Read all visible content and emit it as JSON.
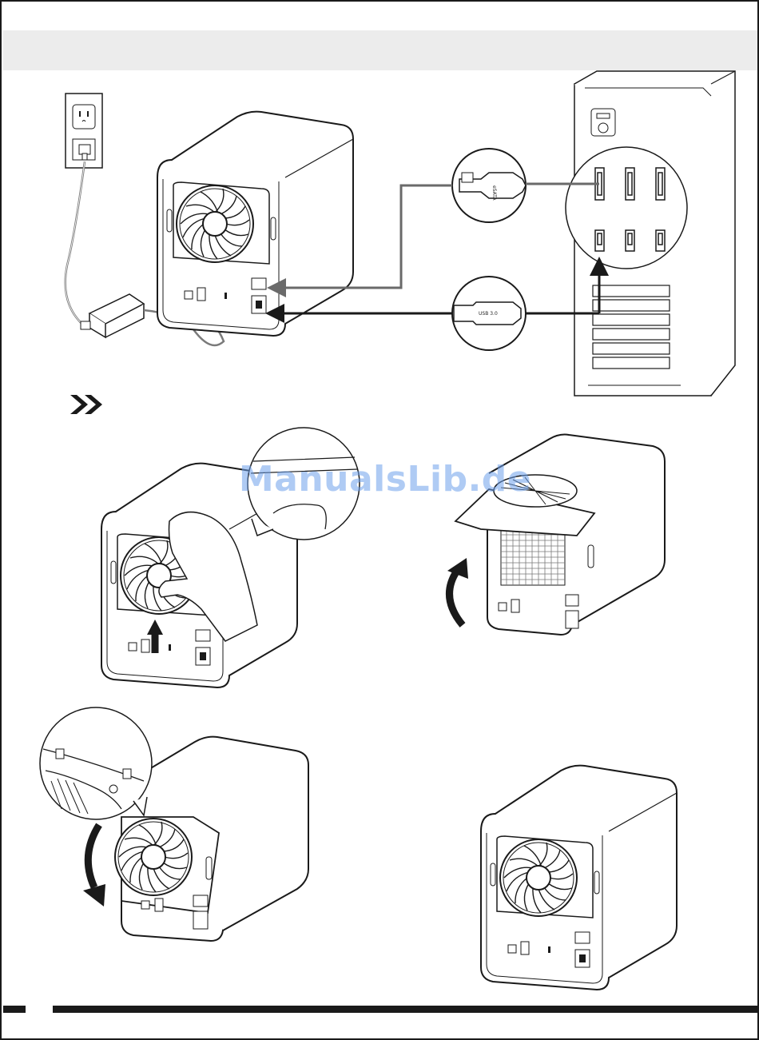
{
  "watermark": {
    "text": "ManualsLib.de"
  },
  "ports": {
    "esata_label": "eSATA",
    "usb_label": "USB 3.0"
  },
  "icons": [
    "wall-outlet-icon",
    "ethernet-jack-icon",
    "power-adapter-icon",
    "fan-icon",
    "esata-connector-icon",
    "usb-connector-icon",
    "double-chevron-icon",
    "hand-icon",
    "arrow-up-icon",
    "arrow-curved-up-icon",
    "arrow-curved-down-icon"
  ],
  "colors": {
    "line": "#1a1a1a",
    "cable": "#7a7a7a",
    "header_band": "#ececec",
    "watermark": "#6ea0eb"
  }
}
